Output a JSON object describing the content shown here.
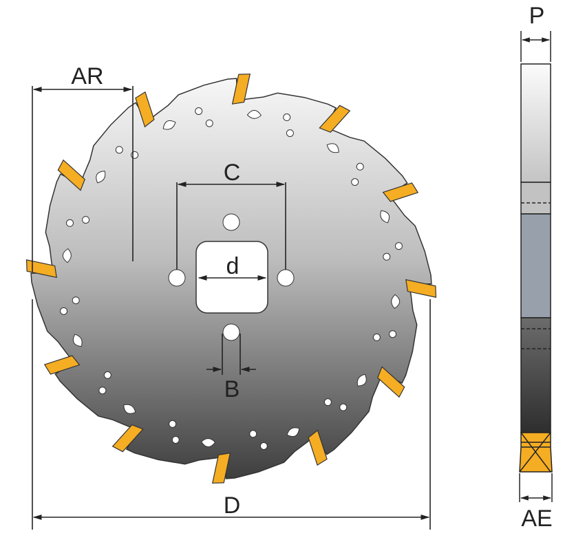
{
  "labels": {
    "ar": "AR",
    "c": "C",
    "d_small": "d",
    "b": "B",
    "d_large": "D",
    "p": "P",
    "ae": "AE"
  },
  "blade": {
    "teeth_count": 12,
    "insert_color": "#f5ad23",
    "hub_color": "#ffffff"
  }
}
